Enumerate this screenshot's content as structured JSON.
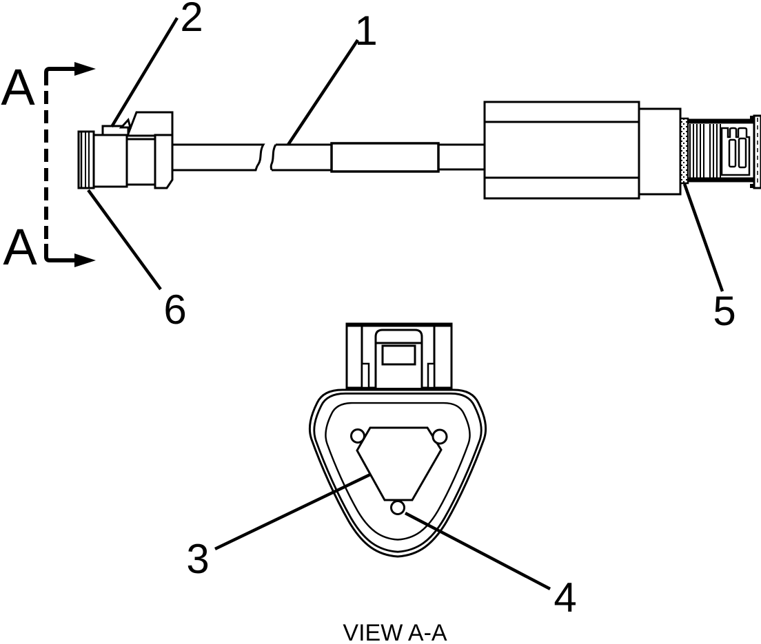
{
  "diagram": {
    "type": "technical-parts-drawing",
    "view_label": "VIEW A-A",
    "section_marker": {
      "top_label": "A",
      "bottom_label": "A"
    },
    "callouts": [
      {
        "label": "1"
      },
      {
        "label": "2"
      },
      {
        "label": "3"
      },
      {
        "label": "4"
      },
      {
        "label": "5"
      },
      {
        "label": "6"
      }
    ],
    "colors": {
      "line": "#000000",
      "background": "#ffffff"
    }
  }
}
